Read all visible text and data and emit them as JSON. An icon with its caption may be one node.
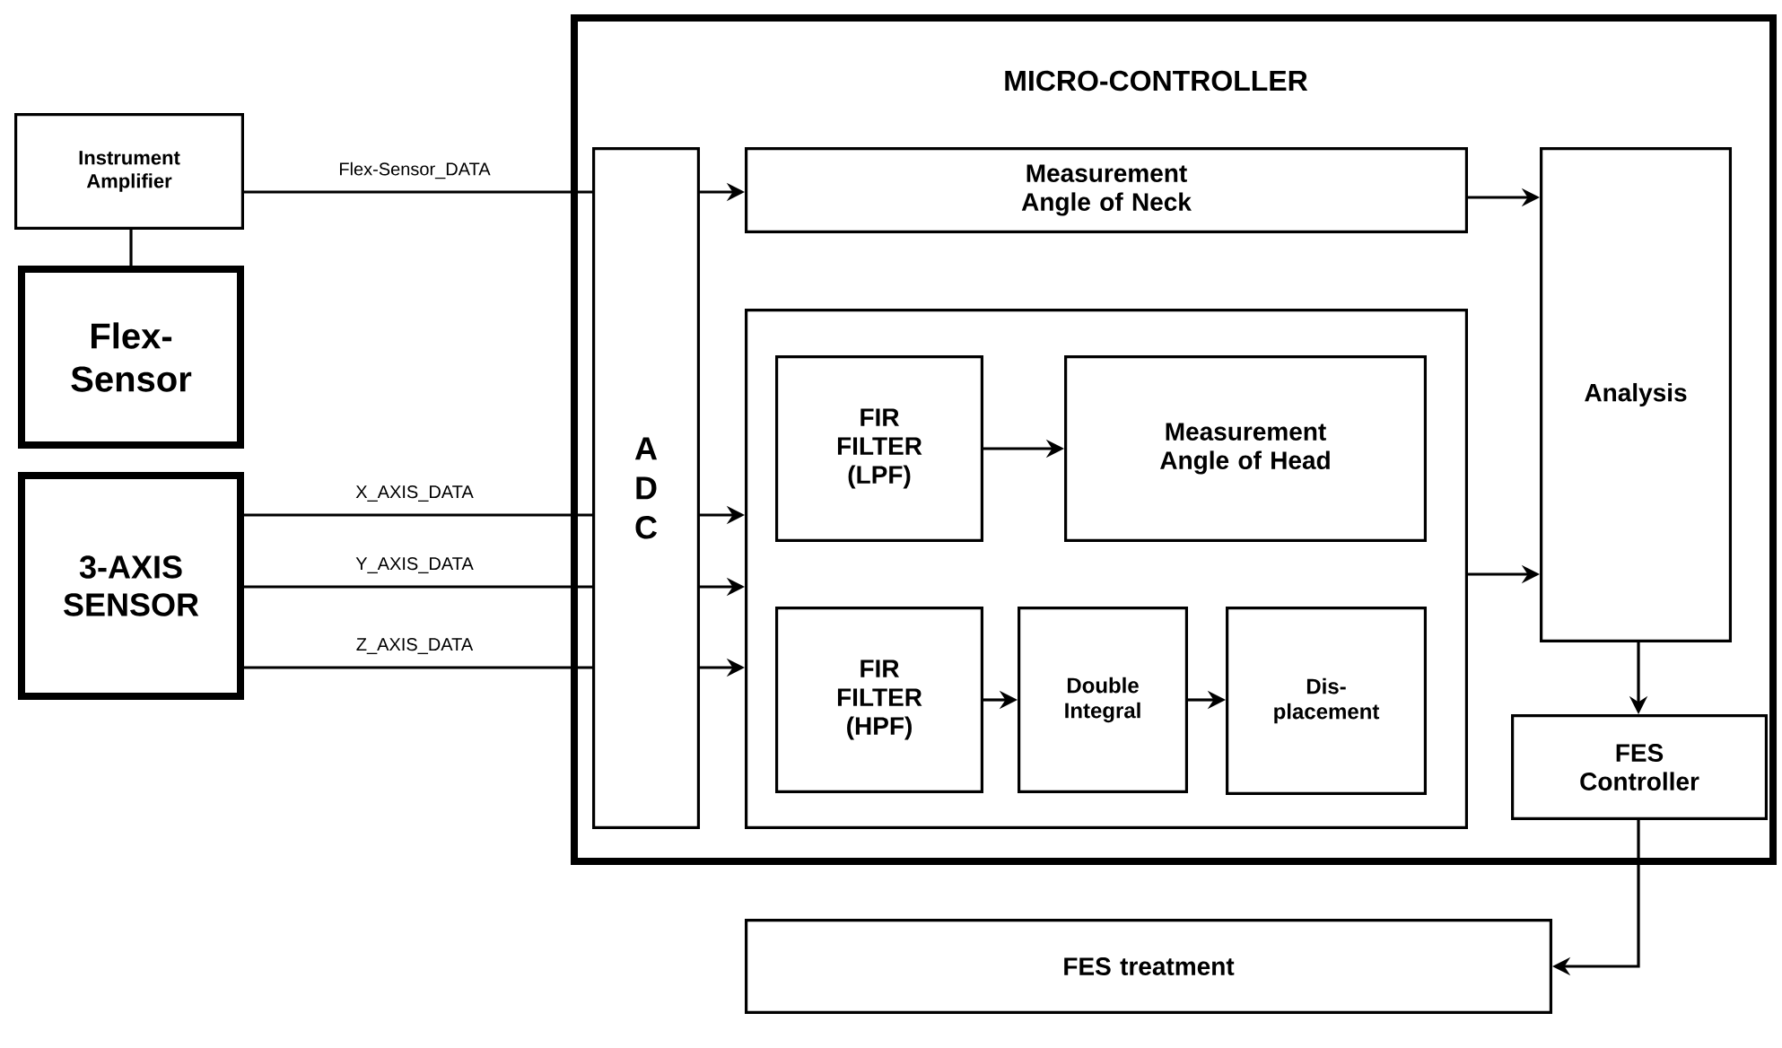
{
  "diagram": {
    "nodes": [
      {
        "text": [
          "MICRO-CONTROLLER"
        ]
      },
      {
        "text": [
          "Instrument Amplifier"
        ]
      },
      {
        "text": [
          "Flex- Sensor"
        ]
      },
      {
        "text": [
          "3-AXIS SENSOR"
        ]
      },
      {
        "text": [
          "A D C"
        ],
        "in": 0
      },
      {
        "text": [
          "Measurement Angle of Neck"
        ],
        "in": 0
      },
      {
        "text": [],
        "shape": "box",
        "in": 0
      },
      {
        "text": [
          "FIR FILTER (LPF)"
        ],
        "in": 6
      },
      {
        "text": [
          "Measurement Angle of Head"
        ],
        "in": 6
      },
      {
        "text": [
          "FIR FILTER (HPF)"
        ],
        "in": 6
      },
      {
        "text": [
          "Double Integral"
        ],
        "in": 6
      },
      {
        "text": [
          "Dis- placement"
        ],
        "in": 6
      },
      {
        "text": [
          "Analysis"
        ],
        "in": 0
      },
      {
        "text": [
          "FES Controller"
        ],
        "in": 0
      },
      {
        "text": [
          "FES treatment"
        ]
      }
    ],
    "edges": [
      {
        "from": 2,
        "to": 1,
        "arrow": "none"
      },
      {
        "from": 1,
        "to": 4,
        "arrow": "none",
        "label": "Flex-Sensor_DATA"
      },
      {
        "from": 4,
        "to": 5,
        "arrow": "to"
      },
      {
        "from": 3,
        "to": 4,
        "arrow": "none",
        "label": "X_AXIS_DATA"
      },
      {
        "from": 3,
        "to": 4,
        "arrow": "none",
        "label": "Y_AXIS_DATA"
      },
      {
        "from": 3,
        "to": 4,
        "arrow": "none",
        "label": "Z_AXIS_DATA"
      },
      {
        "from": 4,
        "to": 6,
        "arrow": "to"
      },
      {
        "from": 4,
        "to": 6,
        "arrow": "to"
      },
      {
        "from": 4,
        "to": 6,
        "arrow": "to"
      },
      {
        "from": 7,
        "to": 8,
        "arrow": "to"
      },
      {
        "from": 9,
        "to": 10,
        "arrow": "to"
      },
      {
        "from": 10,
        "to": 11,
        "arrow": "to"
      },
      {
        "from": 5,
        "to": 12,
        "arrow": "to"
      },
      {
        "from": 6,
        "to": 12,
        "arrow": "to"
      },
      {
        "from": 12,
        "to": 13,
        "arrow": "to"
      },
      {
        "from": 13,
        "to": 14,
        "arrow": "to"
      }
    ]
  }
}
